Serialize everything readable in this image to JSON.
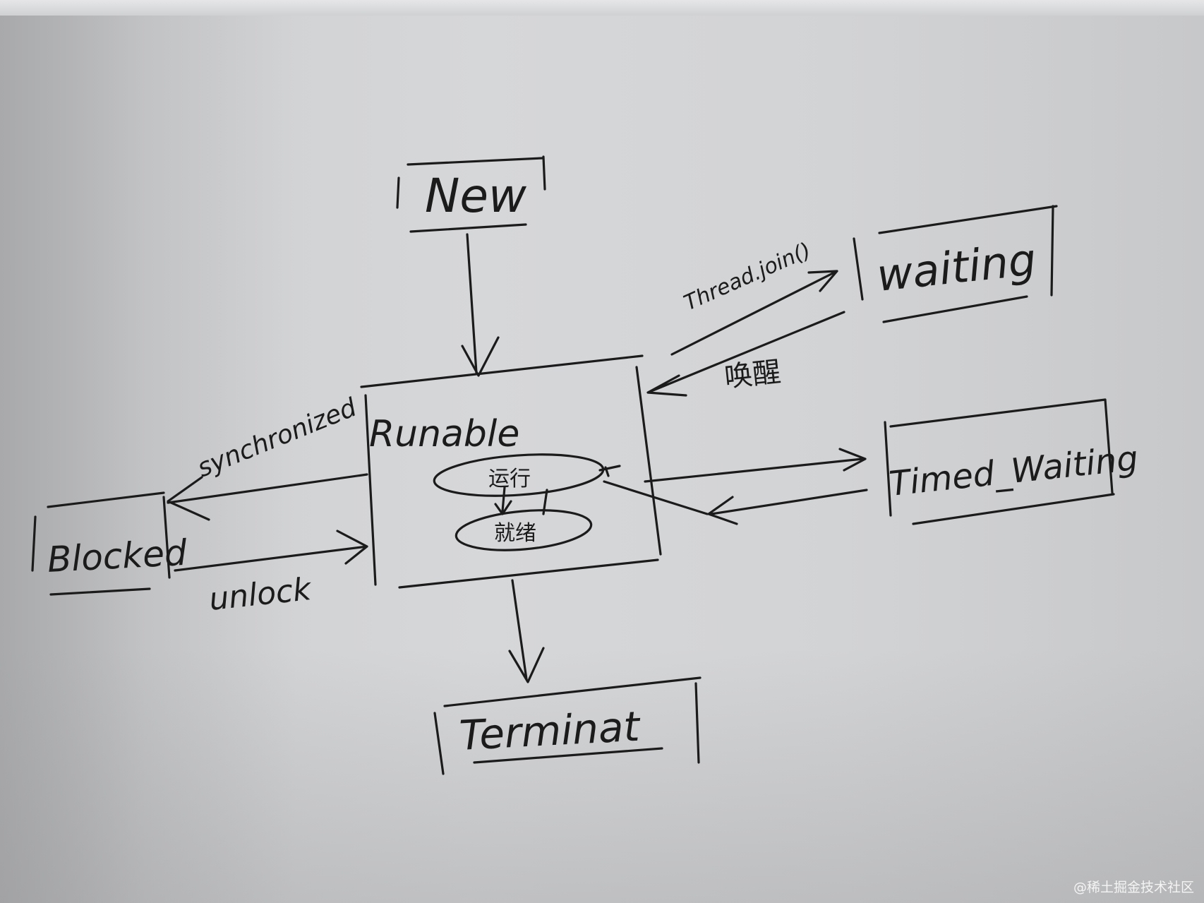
{
  "diagram": {
    "states": {
      "new": "New",
      "runable": "Runable",
      "waiting": "waiting",
      "timed_waiting": "Timed_Waiting",
      "blocked": "Blocked",
      "terminat": "Terminat"
    },
    "substates": {
      "running": "运行",
      "ready": "就绪"
    },
    "edge_labels": {
      "to_waiting": "Thread.join()",
      "from_waiting": "唤醒",
      "to_blocked": "synchronized",
      "from_blocked": "unlock"
    }
  },
  "watermark": "@稀土掘金技术社区"
}
